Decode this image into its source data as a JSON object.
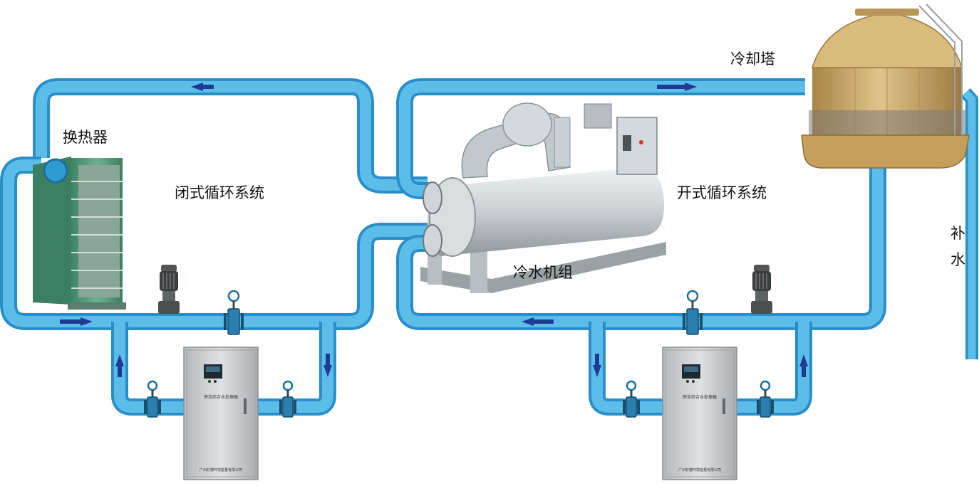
{
  "labels": {
    "heat_exchanger": "换热器",
    "closed_loop": "闭式循环系统",
    "chiller": "冷水机组",
    "cooling_tower": "冷却塔",
    "open_loop": "开式循环系统",
    "makeup_water_1": "补",
    "makeup_water_2": "水"
  },
  "cabinets": [
    {
      "top_label": "旁流综合水处理器",
      "bottom_label": "广州好德环境能量有限公司"
    },
    {
      "top_label": "旁流综合水处理器",
      "bottom_label": "广州好德环境能量有限公司"
    }
  ],
  "colors": {
    "pipe": "#4fb3e6",
    "pipe_dark": "#2a8fc8",
    "arrow": "#1f3a93",
    "tower": "#c9a565",
    "heat_exchanger": "#4f9a78",
    "chiller": "#c8cfd2",
    "cabinet": "#c9cdd0"
  },
  "icons": [
    "flow-arrow-icon",
    "gate-valve-icon",
    "pump-icon"
  ]
}
